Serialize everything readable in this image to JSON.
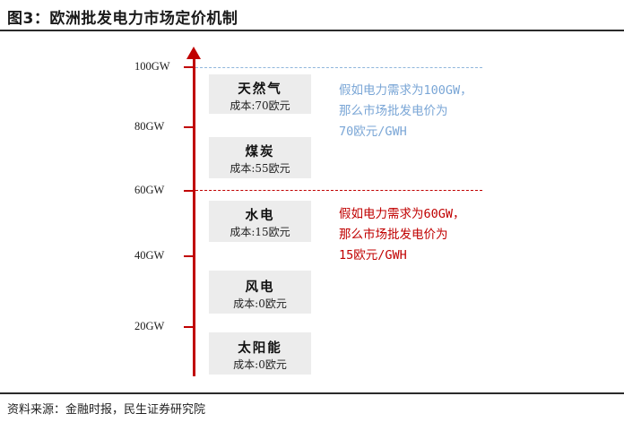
{
  "figure": {
    "title": "图3：欧洲批发电力市场定价机制",
    "source": "资料来源：金融时报，民生证券研究院"
  },
  "axis": {
    "ticks": [
      "100GW",
      "80GW",
      "60GW",
      "40GW",
      "20GW"
    ]
  },
  "sources": [
    {
      "name": "天然气",
      "cost": "成本:70欧元"
    },
    {
      "name": "煤炭",
      "cost": "成本:55欧元"
    },
    {
      "name": "水电",
      "cost": "成本:15欧元"
    },
    {
      "name": "风电",
      "cost": "成本:0欧元"
    },
    {
      "name": "太阳能",
      "cost": "成本:0欧元"
    }
  ],
  "notes": {
    "blue": [
      "假如电力需求为100GW，",
      "那么市场批发电价为",
      "70欧元/GWH"
    ],
    "red": [
      "假如电力需求为60GW，",
      "那么市场批发电价为",
      "15欧元/GWH"
    ]
  },
  "colors": {
    "axis": "#c00000",
    "blue_note": "#7aa6d6",
    "red_note": "#c00000",
    "box": "#ececec"
  }
}
